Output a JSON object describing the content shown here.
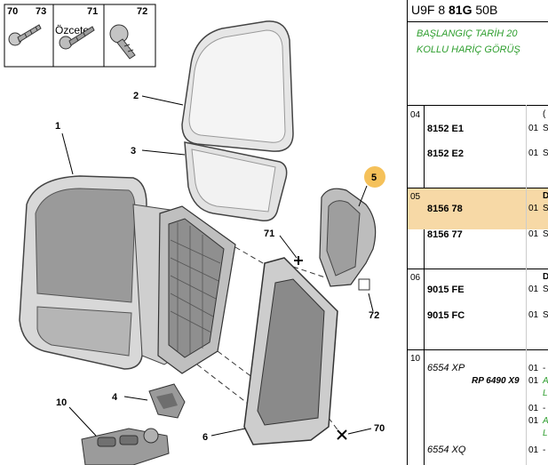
{
  "header": {
    "prefix": "U9F 8",
    "bold": "81G",
    "suffix": "50B"
  },
  "notes": [
    "BAŞLANGIÇ TARİH 20",
    "KOLLU HARİÇ GÖRÜŞ"
  ],
  "legend": {
    "items": [
      "70",
      "73",
      "71",
      "72"
    ],
    "caption": "Özcete"
  },
  "callouts": [
    "1",
    "2",
    "3",
    "4",
    "5",
    "6",
    "10",
    "71",
    "72",
    "70"
  ],
  "groups": [
    {
      "num": "04",
      "rows": [
        {
          "part": "8152 E1",
          "qty": "01",
          "cut": "S"
        },
        {
          "part": "8152 E2",
          "qty": "01",
          "cut": "S"
        }
      ],
      "extra": "("
    },
    {
      "num": "05",
      "rows": [
        {
          "part": "8156 78",
          "qty": "01",
          "cut": "S"
        },
        {
          "part": "8156 77",
          "qty": "01",
          "cut": "S"
        }
      ],
      "extra": "D"
    },
    {
      "num": "06",
      "rows": [
        {
          "part": "9015 FE",
          "qty": "01",
          "cut": "S"
        },
        {
          "part": "9015 FC",
          "qty": "01",
          "cut": "S"
        }
      ],
      "extra": "D"
    },
    {
      "num": "10",
      "rows": [
        {
          "part": "6554 XP",
          "qty": "01",
          "cut": "-"
        },
        {
          "part": "RP 6490 X9",
          "qty": "01",
          "cut": "A"
        },
        {
          "part": "",
          "qty": "",
          "cut": "L"
        },
        {
          "part": "",
          "qty": "01",
          "cut": "-"
        },
        {
          "part": "",
          "qty": "01",
          "cut": "A"
        },
        {
          "part": "",
          "qty": "",
          "cut": "L"
        },
        {
          "part": "6554 XQ",
          "qty": "01",
          "cut": "-"
        }
      ]
    }
  ],
  "colors": {
    "highlight": "#f7d9a6",
    "note_green": "#2e9e2e",
    "callout_badge": "#f5c15a"
  }
}
